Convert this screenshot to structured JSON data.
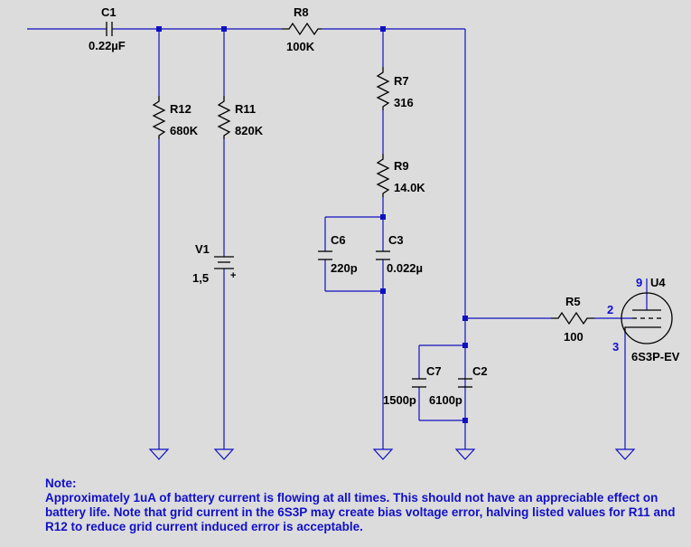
{
  "components": {
    "c1": {
      "ref": "C1",
      "value": "0.22µF"
    },
    "r8": {
      "ref": "R8",
      "value": "100K"
    },
    "r12": {
      "ref": "R12",
      "value": "680K"
    },
    "r11": {
      "ref": "R11",
      "value": "820K"
    },
    "v1": {
      "ref": "V1",
      "value": "1,5",
      "polarity": "+"
    },
    "r7": {
      "ref": "R7",
      "value": "316"
    },
    "r9": {
      "ref": "R9",
      "value": "14.0K"
    },
    "c6": {
      "ref": "C6",
      "value": "220p"
    },
    "c3": {
      "ref": "C3",
      "value": "0.022µ"
    },
    "c7": {
      "ref": "C7",
      "value": "1500p"
    },
    "c2": {
      "ref": "C2",
      "value": "6100p"
    },
    "r5": {
      "ref": "R5",
      "value": "100"
    },
    "u4": {
      "ref": "U4",
      "value": "6S3P-EV",
      "pins": {
        "plate": "9",
        "grid": "2",
        "cathode": "3"
      }
    }
  },
  "colors": {
    "wire": "#1010c0",
    "symbol": "#000000",
    "background": "#dcdcdc",
    "note_text": "#1010c8"
  },
  "note": {
    "title": "Note:",
    "body": "Approximately 1uA of battery current is flowing at all times. This should not have an appreciable effect on battery life. Note that grid current in the 6S3P may create bias voltage error, halving listed values for R11 and R12  to reduce grid current induced error is acceptable."
  }
}
